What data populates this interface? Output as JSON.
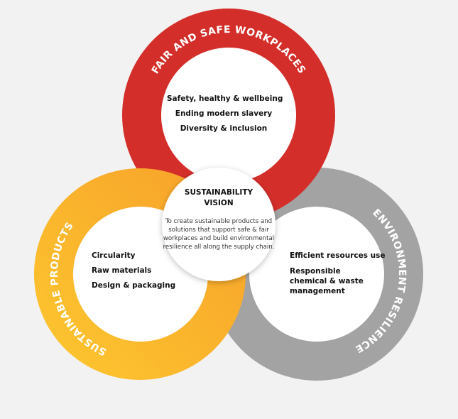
{
  "colors": {
    "background": "#f2f2f2",
    "red": "#d42e2a",
    "grey": "#a3a3a3",
    "yellow_start": "#fdc82f",
    "yellow_end": "#f79f2a",
    "white": "#ffffff"
  },
  "fair_safe": {
    "label": "FAIR AND SAFE WORKPLACES",
    "items": [
      "Safety, healthy & wellbeing",
      "Ending modern slavery",
      "Diversity & inclusion"
    ]
  },
  "sustainable_products": {
    "label": "SUSTAINABLE PRODUCTS",
    "items": [
      "Circularity",
      "Raw materials",
      "Design & packaging"
    ]
  },
  "environment": {
    "label": "ENVIRONMENT RESILIENCE",
    "items": [
      "Efficient resources use",
      "Responsible chemical & waste management"
    ]
  },
  "vision": {
    "title": "SUSTAINABILITY VISION",
    "body": "To create sustainable products and solutions that support safe & fair workplaces and build environmental resilience all along the supply chain."
  }
}
